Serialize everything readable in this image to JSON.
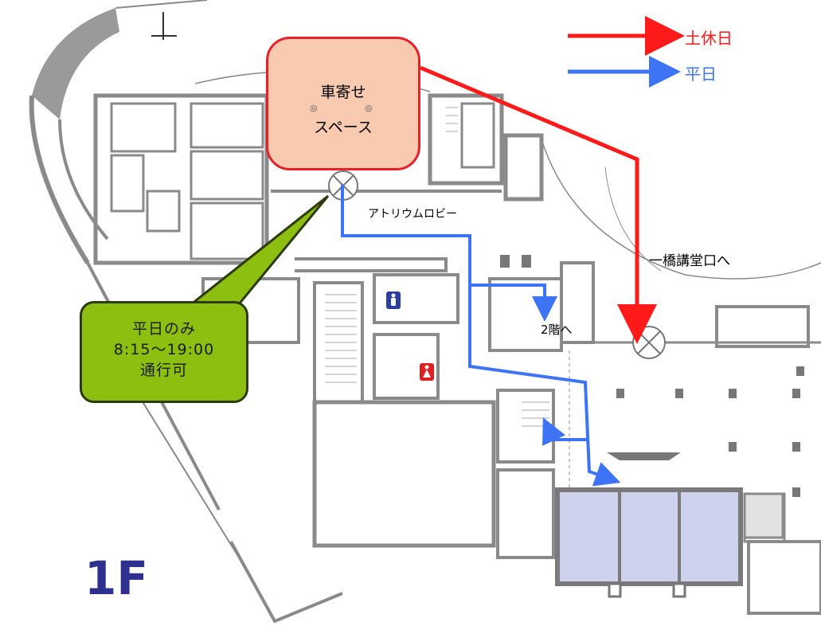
{
  "legend": {
    "weekend": {
      "label": "土休日",
      "color": "#ff1a1a"
    },
    "weekday": {
      "label": "平日",
      "color": "#3d73f5"
    }
  },
  "pickup_area": {
    "line1": "車寄せ",
    "line2": "スペース"
  },
  "labels": {
    "atrium": "アトリウムロビー",
    "to_hall": "一橋講堂口へ",
    "to_2f": "2階へ",
    "floor": "1F"
  },
  "callout": {
    "line1": "平日のみ",
    "line2": "8:15〜19:00",
    "line3": "通行可",
    "color": "#8cbf0f"
  },
  "icons": [
    "mens-restroom-icon",
    "womens-restroom-icon",
    "revolving-door-icon"
  ]
}
